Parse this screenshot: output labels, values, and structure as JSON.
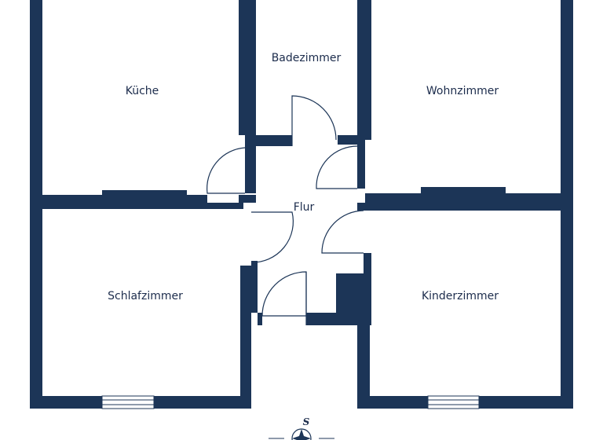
{
  "floorplan": {
    "colors": {
      "wall": "#1c3557",
      "background": "#ffffff",
      "door_line": "#1c3557",
      "label": "#1c2c4c"
    },
    "rooms": {
      "kueche": "Küche",
      "badezimmer": "Badezimmer",
      "wohnzimmer": "Wohnzimmer",
      "flur": "Flur",
      "schlafzimmer": "Schlafzimmer",
      "kinderzimmer": "Kinderzimmer"
    },
    "compass": {
      "letter": "S",
      "icon": "compass-rose-icon"
    }
  }
}
